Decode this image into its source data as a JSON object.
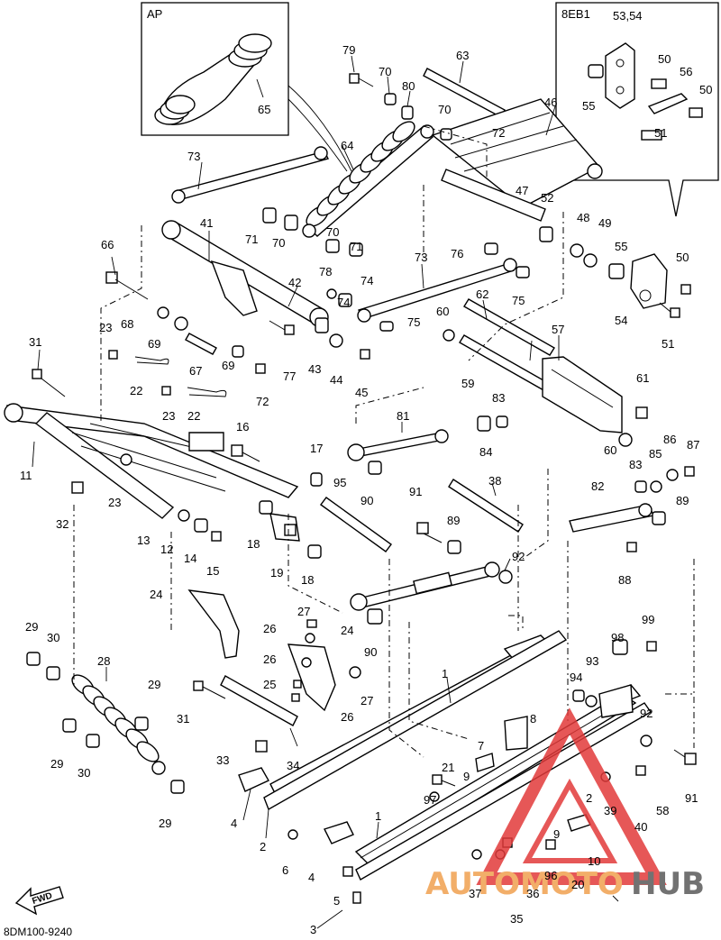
{
  "diagram": {
    "code": "8DM100-9240",
    "fwd_label": "FWD",
    "inset_ap_label": "AP",
    "inset_8eb1_label": "8EB1"
  },
  "callouts": [
    "1",
    "1",
    "2",
    "2",
    "3",
    "4",
    "4",
    "5",
    "6",
    "7",
    "8",
    "9",
    "9",
    "10",
    "11",
    "12",
    "13",
    "14",
    "15",
    "16",
    "17",
    "18",
    "18",
    "19",
    "20",
    "21",
    "22",
    "22",
    "23",
    "23",
    "23",
    "24",
    "24",
    "25",
    "26",
    "26",
    "26",
    "27",
    "27",
    "28",
    "29",
    "29",
    "29",
    "29",
    "30",
    "30",
    "31",
    "31",
    "32",
    "33",
    "34",
    "35",
    "36",
    "37",
    "38",
    "39",
    "40",
    "41",
    "42",
    "43",
    "44",
    "45",
    "46",
    "47",
    "48",
    "49",
    "50",
    "50",
    "50",
    "51",
    "51",
    "52",
    "53,54",
    "54",
    "55",
    "55",
    "56",
    "57",
    "58",
    "59",
    "60",
    "60",
    "61",
    "62",
    "63",
    "64",
    "65",
    "66",
    "67",
    "68",
    "69",
    "69",
    "70",
    "70",
    "70",
    "70",
    "71",
    "71",
    "72",
    "72",
    "73",
    "73",
    "74",
    "74",
    "75",
    "75",
    "76",
    "77",
    "78",
    "79",
    "80",
    "81",
    "82",
    "83",
    "83",
    "84",
    "85",
    "86",
    "87",
    "88",
    "89",
    "89",
    "90",
    "90",
    "91",
    "91",
    "92",
    "92",
    "93",
    "94",
    "95",
    "96",
    "97",
    "98",
    "99"
  ],
  "watermark": {
    "brand_part1": "AUTOMOTO",
    "brand_part2": "HUB",
    "color_red": "#e23a3a",
    "color_orange": "#f0a050",
    "color_gray": "#5a5a5a"
  }
}
